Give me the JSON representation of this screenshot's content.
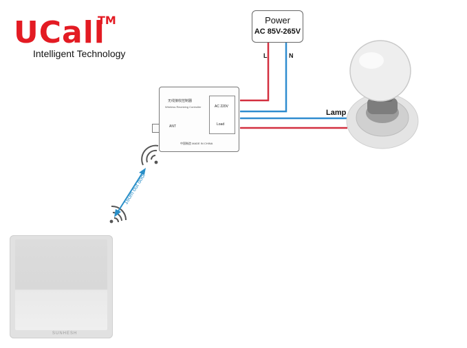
{
  "brand": {
    "name": "UCall",
    "trademark": "TM",
    "tagline": "Intelligent Technology",
    "color": "#e31b23"
  },
  "power": {
    "title": "Power",
    "range": "AC 85V-265V"
  },
  "wires": {
    "live_label": "L",
    "neutral_label": "N",
    "live_color": "#d32f3f",
    "neutral_color": "#2f8ccf"
  },
  "lamp": {
    "label": "Lamp"
  },
  "controller": {
    "chinese_title": "无线接收控制器",
    "english_title": "Wireless Receiving Controller",
    "input_label": "AC 220V",
    "load_label": "Load",
    "antenna_label": "ANT",
    "certifications": "中国制造 MADE IN CHINA"
  },
  "signal": {
    "distance_label": "160m out door"
  },
  "wall_switch": {
    "brand": "SUNHESH"
  }
}
